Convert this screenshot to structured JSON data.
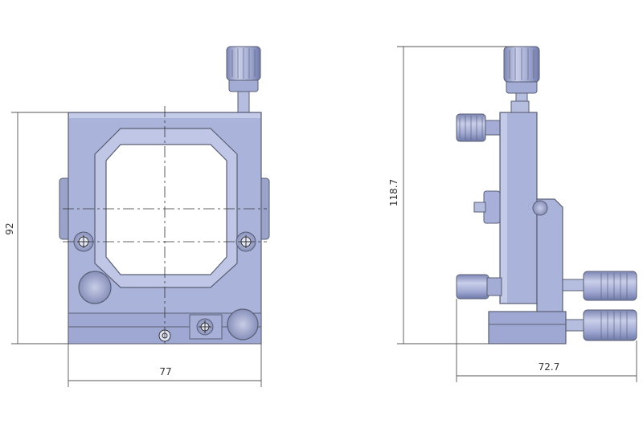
{
  "dimensions": {
    "front_width": "77",
    "front_height": "92",
    "side_width": "72.7",
    "side_height": "118.7"
  },
  "colors": {
    "body": "#aab4db",
    "body_light": "#c4cbe8",
    "body_dark": "#8c96c2",
    "outline": "#5a5f73",
    "dimension_line": "#555555",
    "knob": "#9aa3c8"
  }
}
